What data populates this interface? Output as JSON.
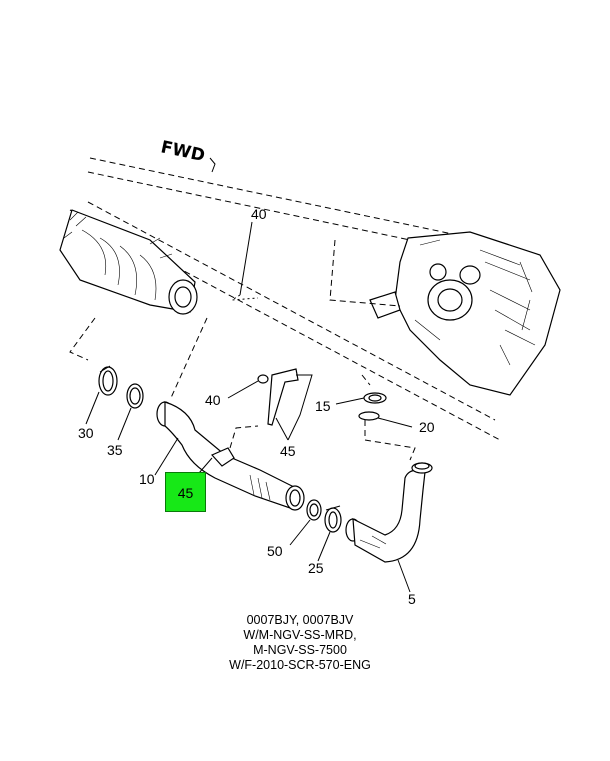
{
  "orientation_label": "FWD",
  "callouts": {
    "c40_top": "40",
    "c40_mid": "40",
    "c30": "30",
    "c35": "35",
    "c10": "10",
    "c45_right": "45",
    "c45_highlight": "45",
    "c15": "15",
    "c20": "20",
    "c50": "50",
    "c25": "25",
    "c5": "5"
  },
  "highlight_color": "#17e817",
  "caption": {
    "line1": "0007BJY, 0007BJV",
    "line2": "W/M-NGV-SS-MRD,",
    "line3": "M-NGV-SS-7500",
    "line4": "W/F-2010-SCR-570-ENG"
  }
}
